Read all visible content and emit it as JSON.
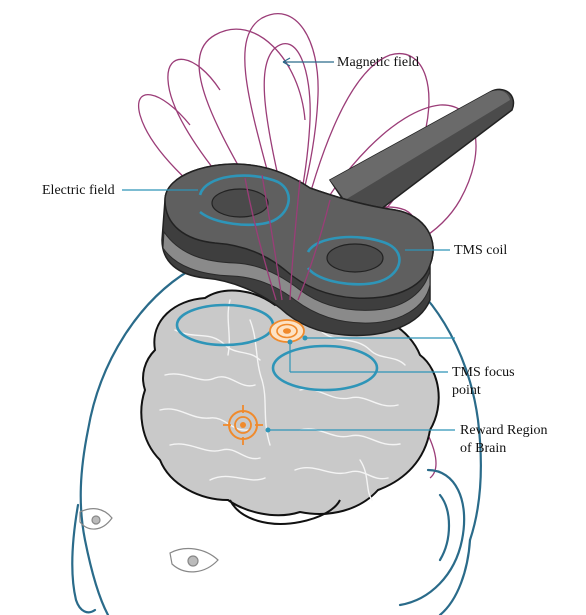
{
  "labels": {
    "magnetic_field": "Magnetic field",
    "electric_field": "Electric field",
    "tms_coil": "TMS coil",
    "tms_focus_line1": "TMS focus",
    "tms_focus_line2": "point",
    "reward_line1": "Reward Region",
    "reward_line2": "of Brain"
  },
  "colors": {
    "magnetic_field": "#9b3d78",
    "electric_field": "#2e95b8",
    "head_outline": "#2a6b8a",
    "brain_fill": "#c9c9c9",
    "coil_top": "#5f5f5f",
    "coil_side": "#3e3e3e",
    "target": "#f08a2c"
  },
  "icons": {
    "head": "human-head-outline",
    "brain": "brain",
    "coil": "figure-eight-tms-coil",
    "focus_target": "bullseye-target",
    "reward_target": "bullseye-target"
  }
}
